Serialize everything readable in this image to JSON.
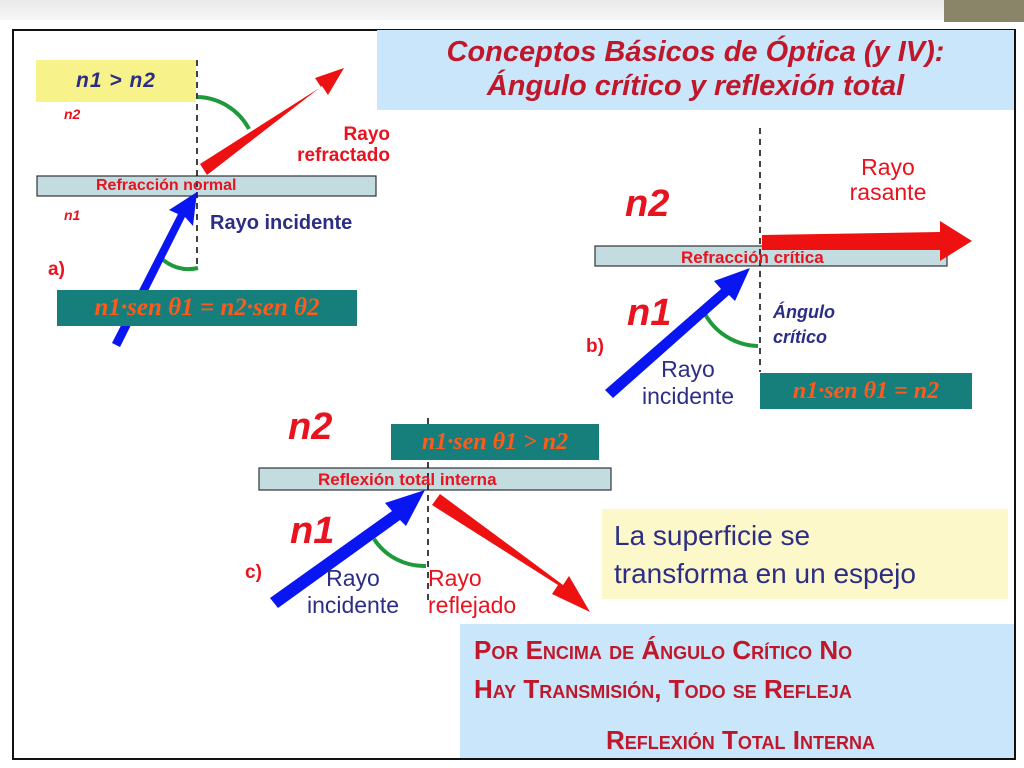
{
  "title": {
    "line1": "Conceptos Básicos de Óptica (y IV):",
    "line2": "Ángulo crítico y reflexión total"
  },
  "panel_a": {
    "condition": "n1 > n2",
    "n2_label": "n2",
    "n1_label": "n1",
    "slab_label": "Refracción normal",
    "refracted_ray_line1": "Rayo",
    "refracted_ray_line2": "refractado",
    "incident_ray": "Rayo incidente",
    "tag": "a)",
    "equation": "n1·sen θ1 = n2·sen θ2"
  },
  "panel_b": {
    "n2_label": "n2",
    "n1_label": "n1",
    "slab_label": "Refracción crítica",
    "grazing_ray_line1": "Rayo",
    "grazing_ray_line2": "rasante",
    "critical_angle_line1": "Ángulo",
    "critical_angle_line2": "crítico",
    "incident_ray_line1": "Rayo",
    "incident_ray_line2": "incidente",
    "tag": "b)",
    "equation": "n1·sen θ1 = n2"
  },
  "panel_c": {
    "n2_label": "n2",
    "n1_label": "n1",
    "slab_label": "Reflexión total interna",
    "equation": "n1·sen θ1 > n2",
    "incident_ray_line1": "Rayo",
    "incident_ray_line2": "incidente",
    "reflected_ray_line1": "Rayo",
    "reflected_ray_line2": "reflejado",
    "tag": "c)"
  },
  "note": {
    "line1": "La superficie se",
    "line2": "transforma en un espejo"
  },
  "conclusion": {
    "line1": "Por Encima de Ángulo Crítico No",
    "line2": "Hay Transmisión, Todo se Refleja",
    "line3": "Reflexión Total Interna"
  },
  "colors": {
    "title_bg": "#c9e6fb",
    "title_text": "#c0172a",
    "slab": "#c3dce0",
    "equation_bg": "#167f7c",
    "equation_text": "#ff5a1a",
    "incident_ray": "#0a16f2",
    "refracted_ray": "#ee1111",
    "angle_arc": "#1e9a3c",
    "note_bg": "#fdf8c9",
    "condition_bg": "#f7f28a"
  }
}
